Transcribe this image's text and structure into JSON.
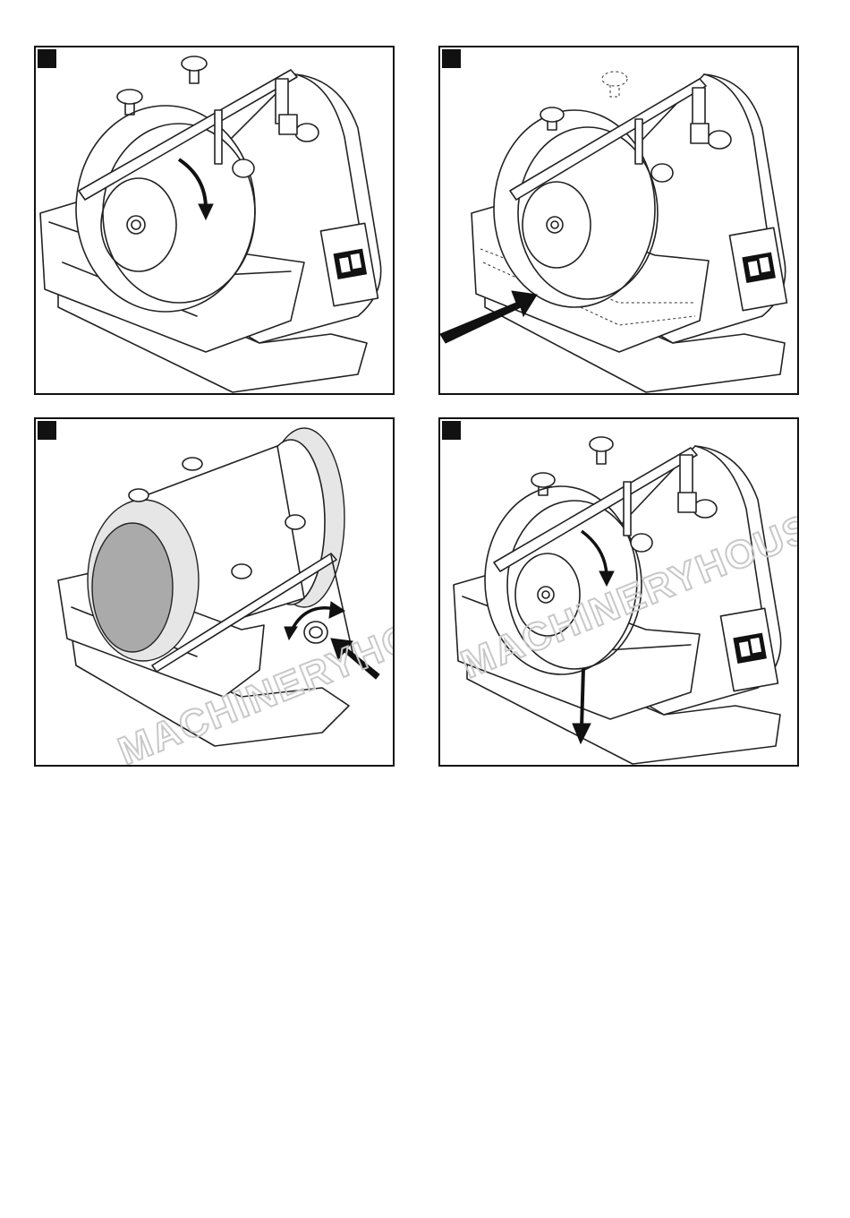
{
  "figures": [
    {
      "id": 1,
      "caption": "",
      "marker": "black-square-icon",
      "arrow": "rotation-arrow-clockwise"
    },
    {
      "id": 2,
      "caption": "",
      "marker": "black-square-icon",
      "arrow": "insert-arrow"
    },
    {
      "id": 3,
      "caption": "",
      "marker": "black-square-icon",
      "arrow": "knob-turn-arrow"
    },
    {
      "id": 4,
      "caption": "",
      "marker": "black-square-icon",
      "arrow": "down-arrow"
    }
  ],
  "watermark": {
    "text": "MACHINERYHOUSE"
  },
  "colors": {
    "line": "#222222",
    "fill": "#ffffff",
    "stone": "#aaaaaa",
    "watermark": "#c8c8c8"
  }
}
